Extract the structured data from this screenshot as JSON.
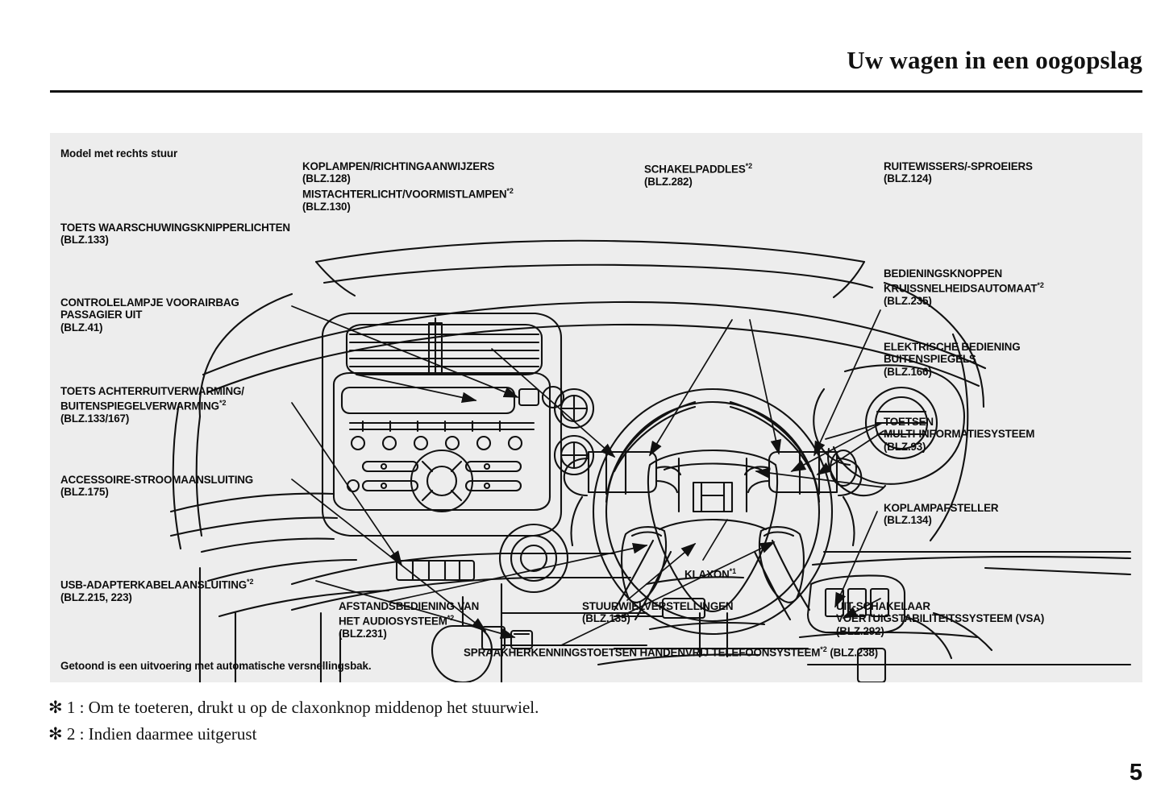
{
  "header": {
    "title": "Uw wagen in een oogopslag"
  },
  "page_number": "5",
  "diagram": {
    "caption_top": "Model met rechts stuur",
    "caption_bottom": "Getoond is een uitvoering met automatische versnellingsbak.",
    "labels": [
      {
        "id": "koplampen",
        "lines": [
          "KOPLAMPEN/RICHTINGAANWIJZERS",
          "(BLZ.128)",
          "MISTACHTERLICHT/VOORMISTLAMPEN*2",
          "(BLZ.130)"
        ]
      },
      {
        "id": "schakelpaddles",
        "lines": [
          "SCHAKELPADDLES*2",
          "(BLZ.282)"
        ]
      },
      {
        "id": "ruitewissers",
        "lines": [
          "RUITEWISSERS/-SPROEIERS",
          "(BLZ.124)"
        ]
      },
      {
        "id": "waarschuwing",
        "lines": [
          "TOETS WAARSCHUWINGSKNIPPERLICHTEN",
          "(BLZ.133)"
        ]
      },
      {
        "id": "kruissnelheid",
        "lines": [
          "BEDIENINGSKNOPPEN",
          "KRUISSNELHEIDSAUTOMAAT*2",
          "(BLZ.235)"
        ]
      },
      {
        "id": "vooraairbag",
        "lines": [
          "CONTROLELAMPJE VOORAIRBAG",
          "PASSAGIER UIT",
          "(BLZ.41)"
        ]
      },
      {
        "id": "buitenspiegels",
        "lines": [
          "ELEKTRISCHE BEDIENING",
          "BUITENSPIEGELS",
          "(BLZ.166)"
        ]
      },
      {
        "id": "achterruit",
        "lines": [
          "TOETS ACHTERRUITVERWARMING/",
          "BUITENSPIEGELVERWARMING*2",
          "(BLZ.133/167)"
        ]
      },
      {
        "id": "multiinfo",
        "lines": [
          "TOETSEN",
          "MULTI-INFORMATIESYSTEEM",
          "(BLZ.93)"
        ]
      },
      {
        "id": "accessoire",
        "lines": [
          "ACCESSOIRE-STROOMAANSLUITING",
          "(BLZ.175)"
        ]
      },
      {
        "id": "koplampafsteller",
        "lines": [
          "KOPLAMPAFSTELLER",
          "(BLZ.134)"
        ]
      },
      {
        "id": "usb",
        "lines": [
          "USB-ADAPTERKABELAANSLUITING*2",
          "(BLZ.215, 223)"
        ]
      },
      {
        "id": "klaxon",
        "lines": [
          "KLAXON*1"
        ]
      },
      {
        "id": "afstandsbediening",
        "lines": [
          "AFSTANDSBEDIENING VAN",
          "HET AUDIOSYSTEEM*2",
          "(BLZ.231)"
        ]
      },
      {
        "id": "stuurwiel",
        "lines": [
          "STUURWIELVERSTELLINGEN",
          "(BLZ.135)"
        ]
      },
      {
        "id": "vsa",
        "lines": [
          "UIT-SCHAKELAAR",
          "VOERTUIGSTABILITEITSSYSTEEM (VSA)",
          "(BLZ.292)"
        ]
      },
      {
        "id": "spraak",
        "lines": [
          "SPRAAKHERKENNINGSTOETSEN HANDENVRIJ TELEFOONSYSTEEM*2 (BLZ.238)"
        ]
      }
    ]
  },
  "footnotes": [
    "✻ 1 :  Om te toeteren, drukt u op de claxonknop middenop het stuurwiel.",
    "✻ 2 :  Indien daarmee uitgerust"
  ],
  "colors": {
    "panel_background": "#ededed",
    "ink": "#111111",
    "page_background": "#ffffff"
  }
}
